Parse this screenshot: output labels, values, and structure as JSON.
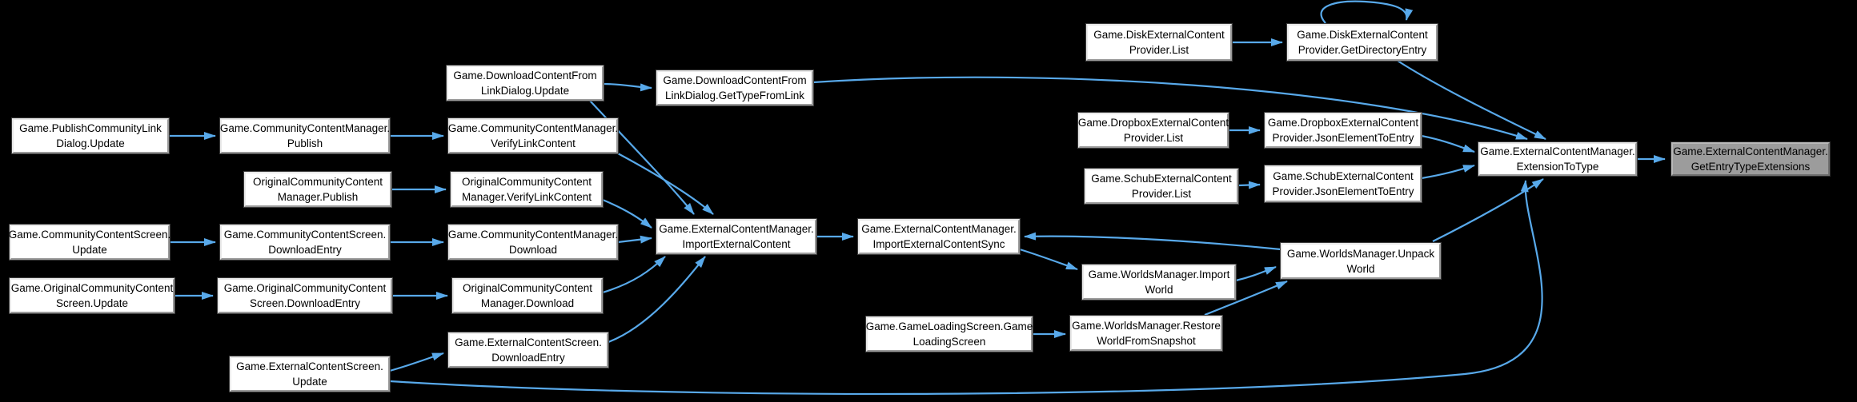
{
  "diagram": {
    "kind": "caller-graph",
    "subject": "Game.ExternalContentManager.GetEntryTypeExtensions",
    "colors": {
      "background": "#000000",
      "edge": "#58a9ea",
      "node_fill": "#ffffff",
      "node_text": "#000000",
      "highlight_fill": "#9c9c9c"
    },
    "nodes": [
      {
        "id": "publish-link-update",
        "label": "Game.PublishCommunityLink\nDialog.Update",
        "highlighted": false
      },
      {
        "id": "ccm-publish",
        "label": "Game.CommunityContentManager.\nPublish",
        "highlighted": false
      },
      {
        "id": "ccm-verify",
        "label": "Game.CommunityContentManager.\nVerifyLinkContent",
        "highlighted": false
      },
      {
        "id": "occm-publish",
        "label": "OriginalCommunityContent\nManager.Publish",
        "highlighted": false
      },
      {
        "id": "occm-verify",
        "label": "OriginalCommunityContent\nManager.VerifyLinkContent",
        "highlighted": false
      },
      {
        "id": "ccs-update",
        "label": "Game.CommunityContentScreen.\nUpdate",
        "highlighted": false
      },
      {
        "id": "ccs-download-entry",
        "label": "Game.CommunityContentScreen.\nDownloadEntry",
        "highlighted": false
      },
      {
        "id": "ccm-download",
        "label": "Game.CommunityContentManager.\nDownload",
        "highlighted": false
      },
      {
        "id": "occs-update",
        "label": "Game.OriginalCommunityContent\nScreen.Update",
        "highlighted": false
      },
      {
        "id": "occs-download-entry",
        "label": "Game.OriginalCommunityContent\nScreen.DownloadEntry",
        "highlighted": false
      },
      {
        "id": "occm-download",
        "label": "OriginalCommunityContent\nManager.Download",
        "highlighted": false
      },
      {
        "id": "dcfld-update",
        "label": "Game.DownloadContentFrom\nLinkDialog.Update",
        "highlighted": false
      },
      {
        "id": "dcfld-get-type",
        "label": "Game.DownloadContentFrom\nLinkDialog.GetTypeFromLink",
        "highlighted": false
      },
      {
        "id": "ecm-import",
        "label": "Game.ExternalContentManager.\nImportExternalContent",
        "highlighted": false
      },
      {
        "id": "ecm-import-sync",
        "label": "Game.ExternalContentManager.\nImportExternalContentSync",
        "highlighted": false
      },
      {
        "id": "ecs-download-entry",
        "label": "Game.ExternalContentScreen.\nDownloadEntry",
        "highlighted": false
      },
      {
        "id": "ecs-update",
        "label": "Game.ExternalContentScreen.\nUpdate",
        "highlighted": false
      },
      {
        "id": "gls-ctor",
        "label": "Game.GameLoadingScreen.Game\nLoadingScreen",
        "highlighted": false
      },
      {
        "id": "wm-import-world",
        "label": "Game.WorldsManager.Import\nWorld",
        "highlighted": false
      },
      {
        "id": "wm-unpack-world",
        "label": "Game.WorldsManager.Unpack\nWorld",
        "highlighted": false
      },
      {
        "id": "wm-restore",
        "label": "Game.WorldsManager.Restore\nWorldFromSnapshot",
        "highlighted": false
      },
      {
        "id": "disk-list",
        "label": "Game.DiskExternalContent\nProvider.List",
        "highlighted": false
      },
      {
        "id": "disk-get-dir",
        "label": "Game.DiskExternalContent\nProvider.GetDirectoryEntry",
        "highlighted": false
      },
      {
        "id": "dropbox-list",
        "label": "Game.DropboxExternalContent\nProvider.List",
        "highlighted": false
      },
      {
        "id": "dropbox-json",
        "label": "Game.DropboxExternalContent\nProvider.JsonElementToEntry",
        "highlighted": false
      },
      {
        "id": "schub-list",
        "label": "Game.SchubExternalContent\nProvider.List",
        "highlighted": false
      },
      {
        "id": "schub-json",
        "label": "Game.SchubExternalContent\nProvider.JsonElementToEntry",
        "highlighted": false
      },
      {
        "id": "ecm-ext-to-type",
        "label": "Game.ExternalContentManager.\nExtensionToType",
        "highlighted": false
      },
      {
        "id": "ecm-get-entry-ext",
        "label": "Game.ExternalContentManager.\nGetEntryTypeExtensions",
        "highlighted": true
      }
    ],
    "edges": [
      {
        "from": "publish-link-update",
        "to": "ccm-publish"
      },
      {
        "from": "ccm-publish",
        "to": "ccm-verify"
      },
      {
        "from": "occm-publish",
        "to": "occm-verify"
      },
      {
        "from": "ccs-update",
        "to": "ccs-download-entry"
      },
      {
        "from": "ccs-download-entry",
        "to": "ccm-download"
      },
      {
        "from": "occs-update",
        "to": "occs-download-entry"
      },
      {
        "from": "occs-download-entry",
        "to": "occm-download"
      },
      {
        "from": "dcfld-update",
        "to": "dcfld-get-type"
      },
      {
        "from": "dcfld-update",
        "to": "ecm-import"
      },
      {
        "from": "ccm-verify",
        "to": "ecm-import"
      },
      {
        "from": "occm-verify",
        "to": "ecm-import"
      },
      {
        "from": "ccm-download",
        "to": "ecm-import"
      },
      {
        "from": "occm-download",
        "to": "ecm-import"
      },
      {
        "from": "ecs-update",
        "to": "ecs-download-entry"
      },
      {
        "from": "ecs-download-entry",
        "to": "ecm-import"
      },
      {
        "from": "ecm-import",
        "to": "ecm-import-sync"
      },
      {
        "from": "ecm-import-sync",
        "to": "wm-import-world"
      },
      {
        "from": "wm-import-world",
        "to": "wm-unpack-world"
      },
      {
        "from": "wm-unpack-world",
        "to": "ecm-import-sync"
      },
      {
        "from": "gls-ctor",
        "to": "wm-restore"
      },
      {
        "from": "wm-restore",
        "to": "wm-unpack-world"
      },
      {
        "from": "disk-list",
        "to": "disk-get-dir"
      },
      {
        "from": "disk-get-dir",
        "to": "disk-get-dir"
      },
      {
        "from": "disk-get-dir",
        "to": "ecm-ext-to-type"
      },
      {
        "from": "dcfld-get-type",
        "to": "ecm-ext-to-type"
      },
      {
        "from": "dropbox-list",
        "to": "dropbox-json"
      },
      {
        "from": "dropbox-json",
        "to": "ecm-ext-to-type"
      },
      {
        "from": "schub-list",
        "to": "schub-json"
      },
      {
        "from": "schub-json",
        "to": "ecm-ext-to-type"
      },
      {
        "from": "wm-unpack-world",
        "to": "ecm-ext-to-type"
      },
      {
        "from": "ecs-update",
        "to": "ecm-ext-to-type"
      },
      {
        "from": "ecm-ext-to-type",
        "to": "ecm-get-entry-ext"
      }
    ]
  }
}
